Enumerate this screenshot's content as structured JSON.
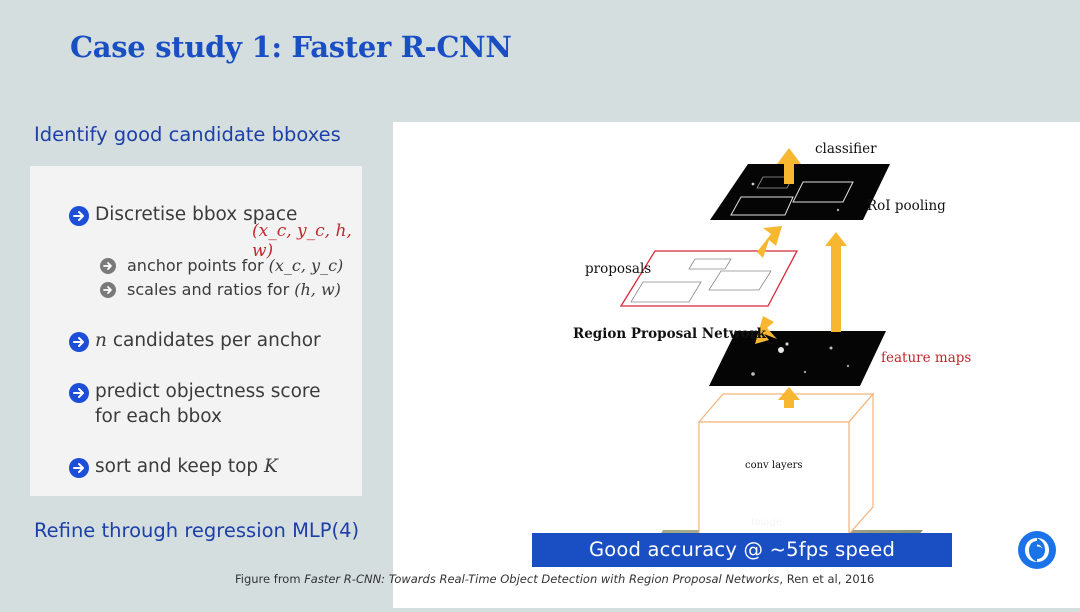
{
  "title": "Case study 1: Faster R-CNN",
  "left": {
    "heading": "Identify good candidate bboxes",
    "bullets": [
      {
        "text": "Discretise bbox space",
        "math": "(x_c, y_c, h, w)"
      },
      {
        "text": "candidates per anchor",
        "math": "n"
      },
      {
        "text": "predict objectness score",
        "text2": "for each bbox"
      },
      {
        "text": "sort and keep top",
        "math": "K"
      }
    ],
    "sub_bullets": [
      {
        "text": "anchor points for",
        "math": "(x_c, y_c)"
      },
      {
        "text": "scales and ratios for",
        "math": "(h, w)"
      }
    ],
    "footer_heading": "Refine through regression MLP(4)"
  },
  "figure": {
    "labels": {
      "classifier": "classifier",
      "roi_pooling": "RoI pooling",
      "proposals": "proposals",
      "rpn": "Region Proposal Network",
      "feature_maps": "feature maps",
      "conv_layers": "conv layers",
      "image": "image"
    },
    "colors": {
      "arrow": "#f7b731",
      "proposal_border": "#d8283a",
      "feature_map_label": "#c0292c",
      "conv_box": "#f2b37a"
    }
  },
  "banner": "Good accuracy @ ~5fps speed",
  "caption": {
    "prefix": "Figure from",
    "title": "Faster R-CNN: Towards Real-Time Object Detection with Region Proposal Networks",
    "suffix": ", Ren et al, 2016"
  },
  "colors": {
    "accent": "#1a4fc4",
    "background": "#d5dedf"
  }
}
